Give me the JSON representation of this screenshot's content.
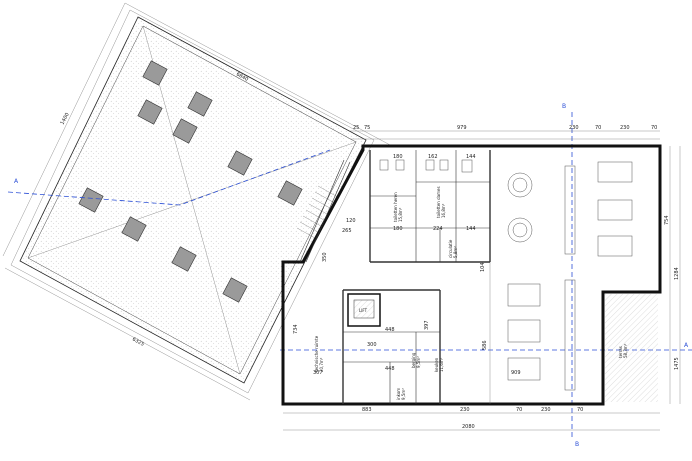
{
  "drawing": {
    "type": "architectural floor plan",
    "section_markers": [
      "A",
      "A",
      "B",
      "B"
    ]
  },
  "dimensions": {
    "roof_top": "6840",
    "roof_left": "1400",
    "roof_bottom": "6325",
    "top_chain": [
      "25",
      "75",
      "979",
      "230",
      "70",
      "230",
      "70"
    ],
    "bottom_chain": [
      "883",
      "230",
      "70",
      "230",
      "70"
    ],
    "overall_bottom": "2080",
    "right": [
      "754",
      "1284",
      "1475"
    ],
    "interior": [
      "180",
      "162",
      "144",
      "180",
      "224",
      "144",
      "120",
      "265",
      "448",
      "448",
      "909",
      "307",
      "300",
      "397",
      "586",
      "734",
      "350",
      "104"
    ]
  },
  "rooms": {
    "toilet_men": "toiletten heren\n15,8m²",
    "toilet_women": "toiletten dames\n16,8m²",
    "technical": "technische ruimte\n20,7m²",
    "storage": "berging\n9,5m²",
    "kitchen": "keuken\n11,6m²",
    "entry": "inkom\n9,5m²",
    "circulation": "circulatie\n5,8m²",
    "terrace": "terras\n58,3m²",
    "lift": "LIFT"
  },
  "colors": {
    "section_line": "#2b4fd6",
    "wall": "#111111",
    "skylight": "#9a9a9a"
  }
}
